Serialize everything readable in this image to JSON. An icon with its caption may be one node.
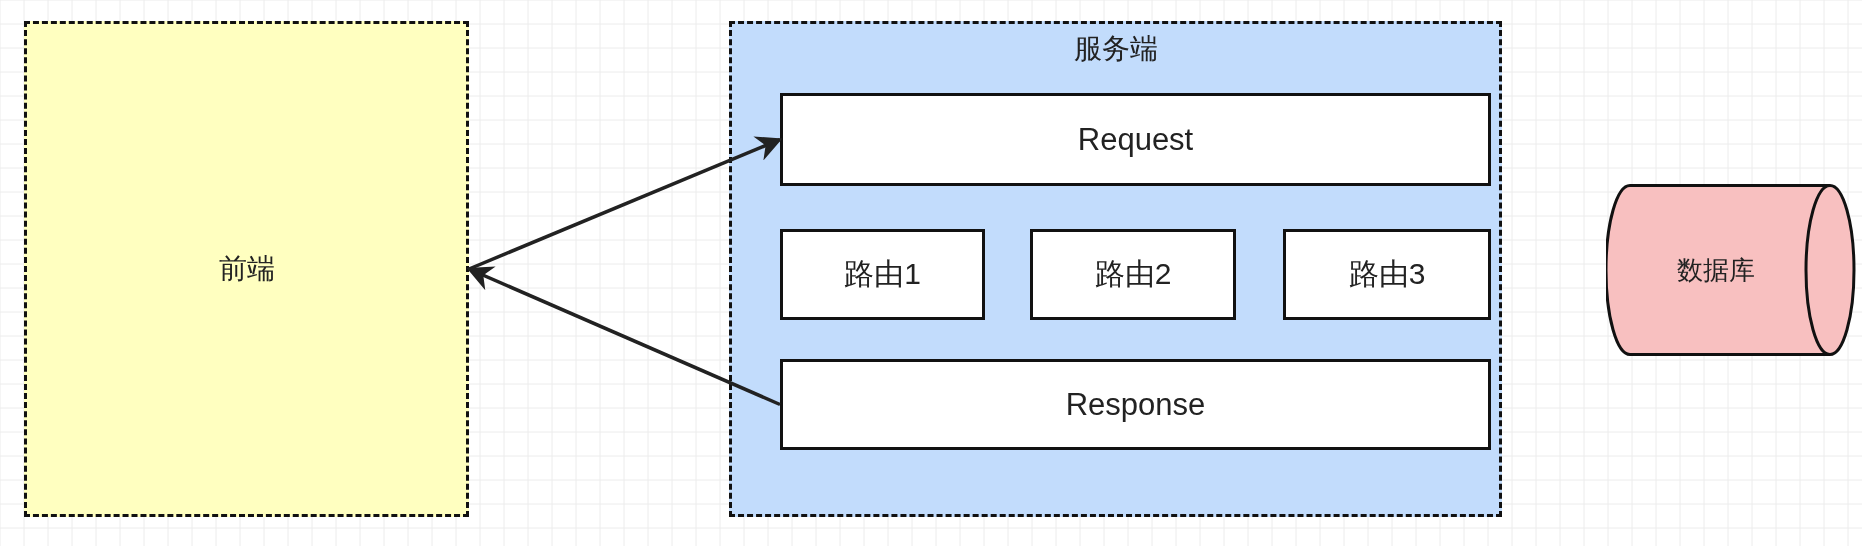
{
  "diagram": {
    "nodes": [
      {
        "text": [
          "前端"
        ]
      },
      {
        "text": [
          "服务端"
        ]
      },
      {
        "text": [
          "Request"
        ],
        "in": 1
      },
      {
        "text": [
          "路由1"
        ],
        "in": 1
      },
      {
        "text": [
          "路由2"
        ],
        "in": 1
      },
      {
        "text": [
          "路由3"
        ],
        "in": 1
      },
      {
        "text": [
          "Response"
        ],
        "in": 1
      },
      {
        "text": [
          "数据库"
        ]
      }
    ],
    "edges": [
      {
        "from": 0,
        "to": 2,
        "arrow": "to"
      },
      {
        "from": 6,
        "to": 0,
        "arrow": "to"
      }
    ]
  }
}
